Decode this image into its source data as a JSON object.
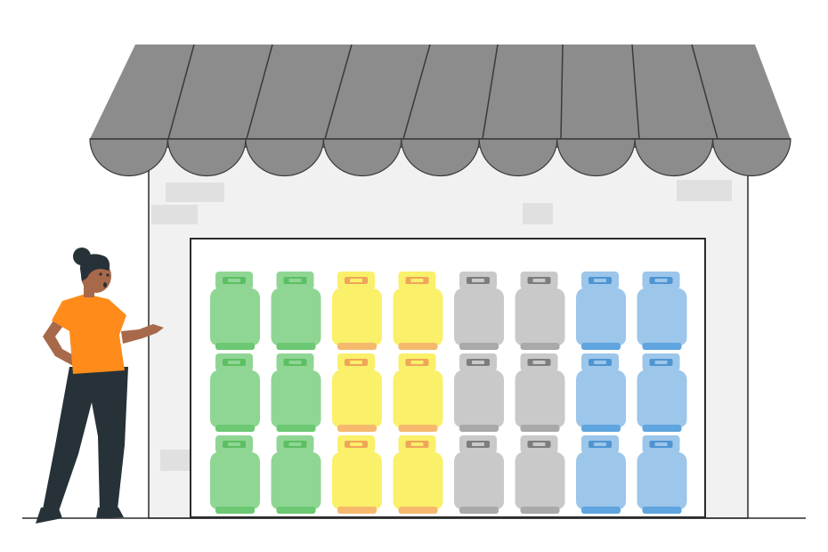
{
  "scene": {
    "background": "#ffffff",
    "awning_color": "#8c8c8c",
    "awning_dark": "#7a7a7a",
    "wall_color": "#f1f1f1",
    "brick_color": "#e0e0e0",
    "outline_color": "#2b2b2b",
    "window_color": "#ffffff"
  },
  "cylinders": {
    "rows": 3,
    "columns": [
      {
        "color": "green",
        "body": "#8fd694",
        "dark": "#6cc873",
        "valve": "#5cbf63"
      },
      {
        "color": "green",
        "body": "#8fd694",
        "dark": "#6cc873",
        "valve": "#5cbf63"
      },
      {
        "color": "yellow",
        "body": "#faf06a",
        "dark": "#f5b96e",
        "valve": "#f0a55a"
      },
      {
        "color": "yellow",
        "body": "#faf06a",
        "dark": "#f5b96e",
        "valve": "#f0a55a"
      },
      {
        "color": "gray",
        "body": "#c9c9c9",
        "dark": "#a9a9a9",
        "valve": "#7d7d7d"
      },
      {
        "color": "gray",
        "body": "#c9c9c9",
        "dark": "#a9a9a9",
        "valve": "#7d7d7d"
      },
      {
        "color": "blue",
        "body": "#9cc6ea",
        "dark": "#5fa5df",
        "valve": "#4f94d2"
      },
      {
        "color": "blue",
        "body": "#9cc6ea",
        "dark": "#5fa5df",
        "valve": "#4f94d2"
      }
    ]
  },
  "person": {
    "shirt_color": "#ff8c1a",
    "skin_color": "#a8694a",
    "pants_color": "#263238",
    "hair_color": "#263238"
  }
}
